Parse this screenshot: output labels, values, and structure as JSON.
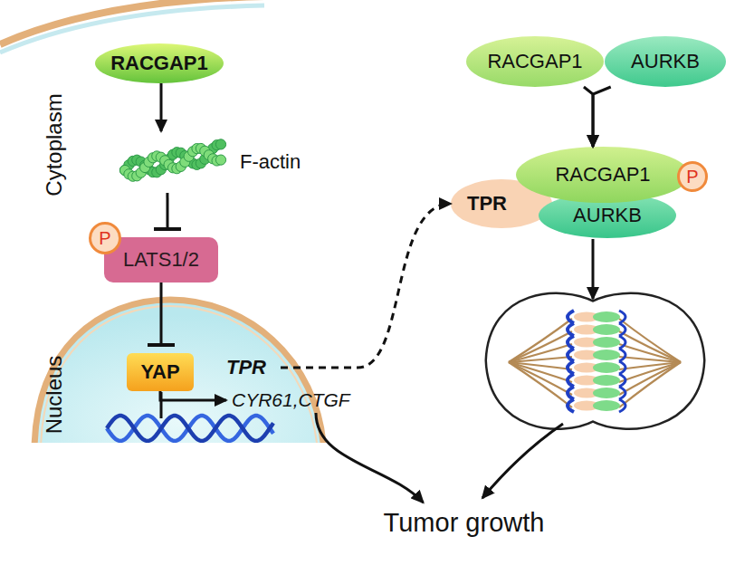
{
  "diagram": {
    "nodes": [
      {
        "text": [
          "RACGAP1"
        ]
      },
      {
        "text": [
          "F-actin"
        ]
      },
      {
        "text": [
          "P"
        ]
      },
      {
        "text": [
          "LATS1/2"
        ]
      },
      {
        "text": [
          "YAP"
        ]
      },
      {
        "text": [
          "TPR"
        ]
      },
      {
        "text": [
          "CYR61,CTGF"
        ]
      },
      {
        "text": [
          "RACGAP1"
        ]
      },
      {
        "text": [
          "AURKB"
        ]
      },
      {
        "text": [
          "TPR"
        ]
      },
      {
        "text": [
          "RACGAP1"
        ]
      },
      {
        "text": [
          "P"
        ]
      },
      {
        "text": [
          "AURKB"
        ]
      },
      {
        "text": [
          "Tumor growth"
        ]
      }
    ],
    "edges": [
      {
        "from": 0,
        "to": 1,
        "arrow": "to"
      },
      {
        "from": 1,
        "to": 3,
        "arrow": "to"
      },
      {
        "from": 3,
        "to": 4,
        "arrow": "to"
      },
      {
        "from": 4,
        "to": 6,
        "arrow": "to"
      },
      {
        "from": 5,
        "to": 9,
        "arrow": "to"
      },
      {
        "from": 7,
        "to": 10,
        "arrow": "to"
      },
      {
        "from": 8,
        "to": 10,
        "arrow": "to"
      },
      {
        "from": 6,
        "to": 13,
        "arrow": "to"
      }
    ],
    "labels": [
      "Cytoplasm",
      "Nucleus"
    ]
  }
}
